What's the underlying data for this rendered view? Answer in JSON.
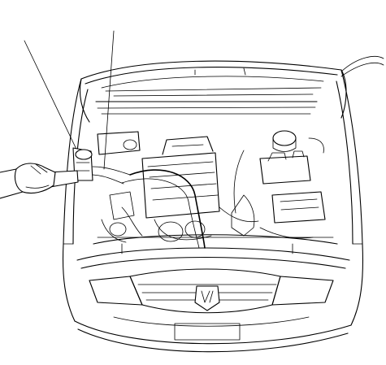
{
  "figure": {
    "subject": "engine-compartment-line-drawing",
    "line_color": "#000000",
    "background": "#ffffff",
    "callout_lines": 2,
    "hood_state": "open",
    "technician_hand_visible": true
  }
}
